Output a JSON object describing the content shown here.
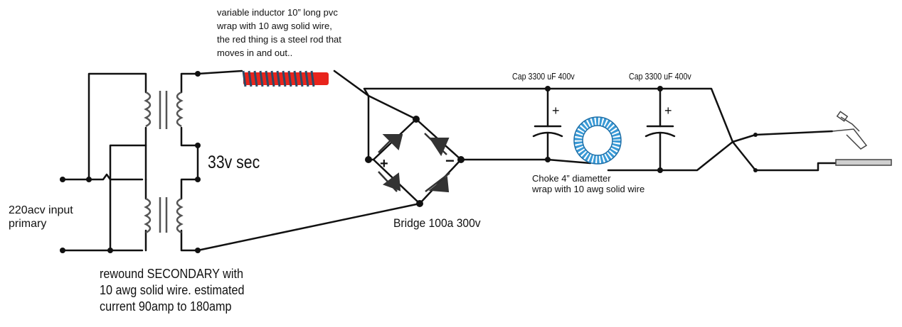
{
  "labels": {
    "inductor_note": "variable inductor 10” long pvc\nwrap with 10 awg solid wire,\nthe red thing is a steel rod that\nmoves in and out..",
    "cap1": "Cap 3300 uF 400v",
    "cap2": "Cap 3300 uF 400v",
    "sec_voltage": "33v sec",
    "input": "220acv input\nprimary",
    "bridge": "Bridge 100a 300v",
    "choke": "Choke 4” diametter\nwrap with 10 awg solid wire",
    "secondary_note": "rewound SECONDARY with\n10 awg solid wire. estimated\ncurrent 90amp to 180amp",
    "plus": "+",
    "minus": "−",
    "cap_plus": "+"
  },
  "colors": {
    "wire": "#111111",
    "coil": "#555555",
    "rod": "#e8241c",
    "inductor_wrap": "#2b4a66",
    "choke_ring": "#3a9ad6",
    "diode": "#333333"
  }
}
